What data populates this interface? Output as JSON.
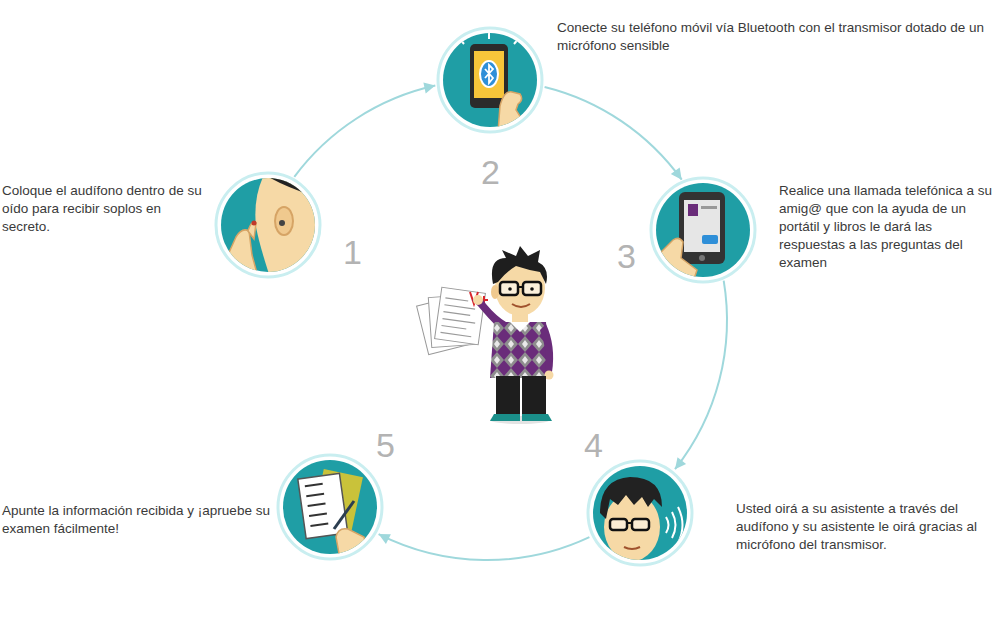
{
  "diagram": {
    "nodes": [
      {
        "text": [
          "1",
          "Coloque el audífono dentro de su oído para recibir soplos en secreto."
        ]
      },
      {
        "text": [
          "2",
          "Conecte su teléfono móvil vía Bluetooth con el transmisor dotado de un micrófono sensible"
        ]
      },
      {
        "text": [
          "3",
          "Realice una llamada telefónica a su amig@ que con la ayuda de un portátil y libros le dará las respuestas a las preguntas del examen"
        ]
      },
      {
        "text": [
          "4",
          "Usted oirá a su asistente a través del audífono y su asistente le oirá gracias al micrófono del transmisor."
        ]
      },
      {
        "text": [
          "5",
          "Apunte la información recibida y ¡apruebe su examen fácilmente!"
        ]
      }
    ],
    "edges": [
      {
        "from": 0,
        "to": 1,
        "arrow": "to"
      },
      {
        "from": 1,
        "to": 2,
        "arrow": "to"
      },
      {
        "from": 2,
        "to": 3,
        "arrow": "to"
      },
      {
        "from": 3,
        "to": 4,
        "arrow": "to"
      }
    ]
  }
}
